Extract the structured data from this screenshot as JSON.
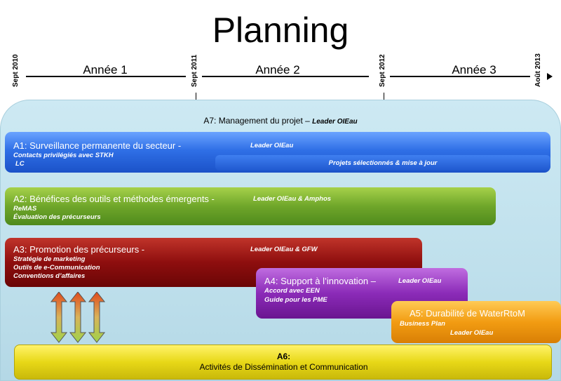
{
  "title": "Planning",
  "timeline": {
    "dates": [
      "Sept 2010",
      "Sept 2011",
      "Sept 2012",
      "Août 2013"
    ],
    "years": [
      "Année 1",
      "Année 2",
      "Année 3"
    ]
  },
  "a7": {
    "label": "A7: Management du projet – ",
    "leader": "Leader OIEau"
  },
  "a1": {
    "title": "A1: Surveillance permanente du secteur -",
    "leader": "Leader OIEau",
    "items": [
      "Contacts privilégiés avec STKH",
      "LC"
    ],
    "sub_bar": "Projets sélectionnés & mise à jour"
  },
  "a2": {
    "title": "A2: Bénéfices des outils et méthodes émergents -",
    "leader": "Leader OIEau & Amphos",
    "items": [
      "ReMAS",
      "Évaluation des précurseurs"
    ]
  },
  "a3": {
    "title": "A3: Promotion des précurseurs -",
    "leader": "Leader OIEau & GFW",
    "items": [
      "Stratégie de marketing",
      "Outils de e-Communication",
      "Conventions d’affaires"
    ]
  },
  "a4": {
    "title": "A4: Support à l’innovation – ",
    "leader": "Leader OIEau",
    "items": [
      "Accord avec EEN",
      "Guide pour les PME"
    ]
  },
  "a5": {
    "title": "A5: Durabilité de WaterRtoM",
    "items": [
      "Business Plan"
    ],
    "leader": "Leader OIEau"
  },
  "a6": {
    "label": "A6:",
    "title": "Activités de Dissémination et Communication"
  },
  "colors": {
    "a1": "#2f6fe6",
    "a2": "#6fa62a",
    "a3": "#8e0e0e",
    "a4": "#8b2bb8",
    "a5": "#f29c12",
    "a6": "#e8d817",
    "a7": "#c6e4ef"
  }
}
